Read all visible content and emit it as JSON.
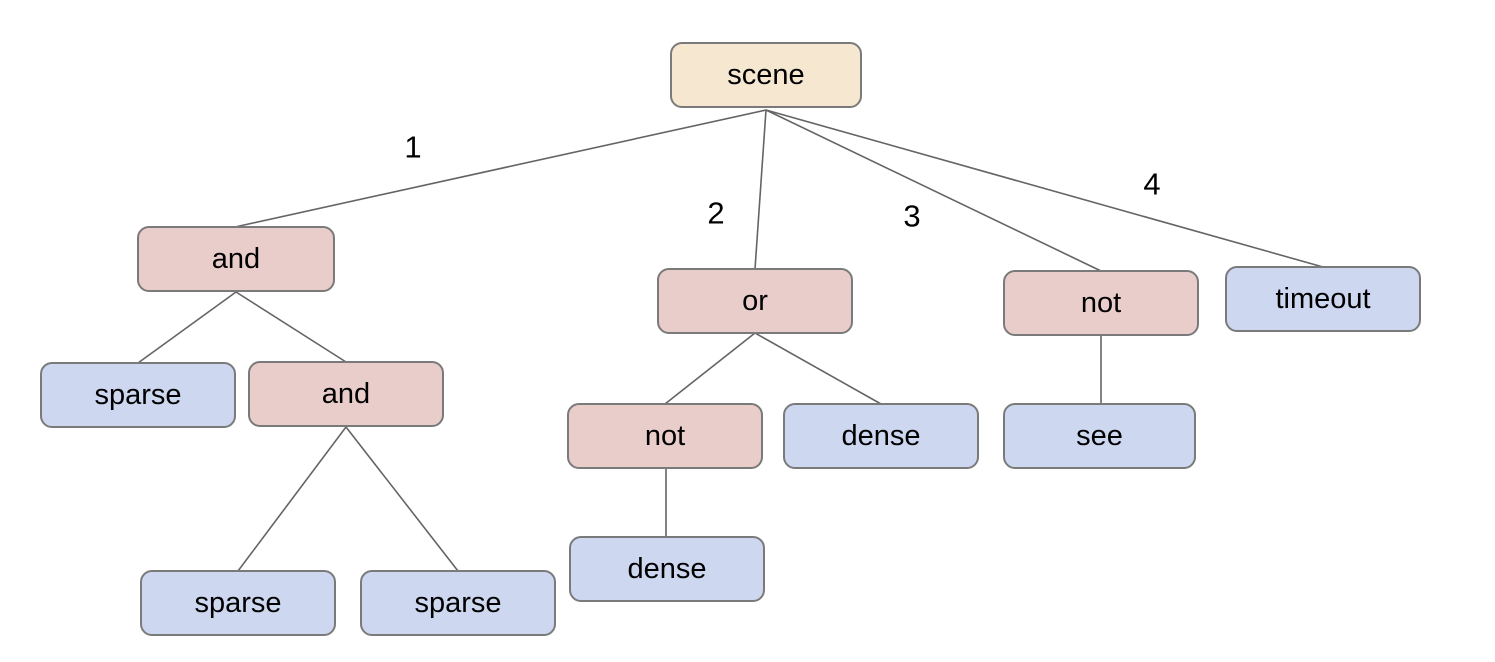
{
  "colors": {
    "root_fill": "#f6e7d1",
    "operator_fill": "#e9cdca",
    "leaf_fill": "#cdd7f0",
    "node_border": "#7a7a7a",
    "edge_stroke": "#646464",
    "text": "#000000"
  },
  "tree": {
    "nodes": [
      {
        "id": "scene",
        "label": "scene",
        "kind": "root"
      },
      {
        "id": "and-1",
        "label": "and",
        "kind": "operator"
      },
      {
        "id": "or-1",
        "label": "or",
        "kind": "operator"
      },
      {
        "id": "not-1",
        "label": "not",
        "kind": "operator"
      },
      {
        "id": "timeout",
        "label": "timeout",
        "kind": "leaf"
      },
      {
        "id": "sparse-1",
        "label": "sparse",
        "kind": "leaf"
      },
      {
        "id": "and-2",
        "label": "and",
        "kind": "operator"
      },
      {
        "id": "not-2",
        "label": "not",
        "kind": "operator"
      },
      {
        "id": "dense-1",
        "label": "dense",
        "kind": "leaf"
      },
      {
        "id": "see",
        "label": "see",
        "kind": "leaf"
      },
      {
        "id": "sparse-2",
        "label": "sparse",
        "kind": "leaf"
      },
      {
        "id": "sparse-3",
        "label": "sparse",
        "kind": "leaf"
      },
      {
        "id": "dense-2",
        "label": "dense",
        "kind": "leaf"
      }
    ],
    "edges": [
      {
        "from": "scene",
        "to": "and-1",
        "label": "1"
      },
      {
        "from": "scene",
        "to": "or-1",
        "label": "2"
      },
      {
        "from": "scene",
        "to": "not-1",
        "label": "3"
      },
      {
        "from": "scene",
        "to": "timeout",
        "label": "4"
      },
      {
        "from": "and-1",
        "to": "sparse-1",
        "label": ""
      },
      {
        "from": "and-1",
        "to": "and-2",
        "label": ""
      },
      {
        "from": "or-1",
        "to": "not-2",
        "label": ""
      },
      {
        "from": "or-1",
        "to": "dense-1",
        "label": ""
      },
      {
        "from": "not-1",
        "to": "see",
        "label": ""
      },
      {
        "from": "and-2",
        "to": "sparse-2",
        "label": ""
      },
      {
        "from": "and-2",
        "to": "sparse-3",
        "label": ""
      },
      {
        "from": "not-2",
        "to": "dense-2",
        "label": ""
      }
    ]
  }
}
